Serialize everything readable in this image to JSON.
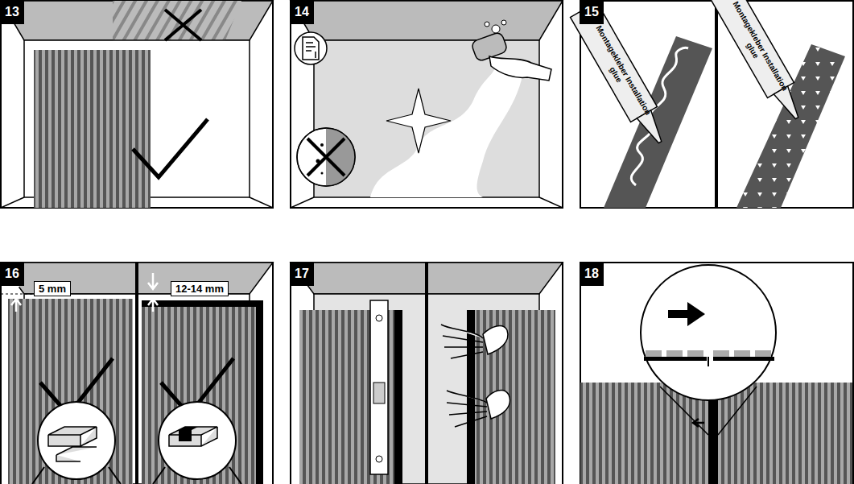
{
  "diagram": {
    "labels": [
      "13",
      "14",
      "15",
      "Montagekleber Installation glue",
      "Montagekleber Installation glue",
      "16",
      "5 mm",
      "12-14 mm",
      "17",
      "18"
    ]
  }
}
